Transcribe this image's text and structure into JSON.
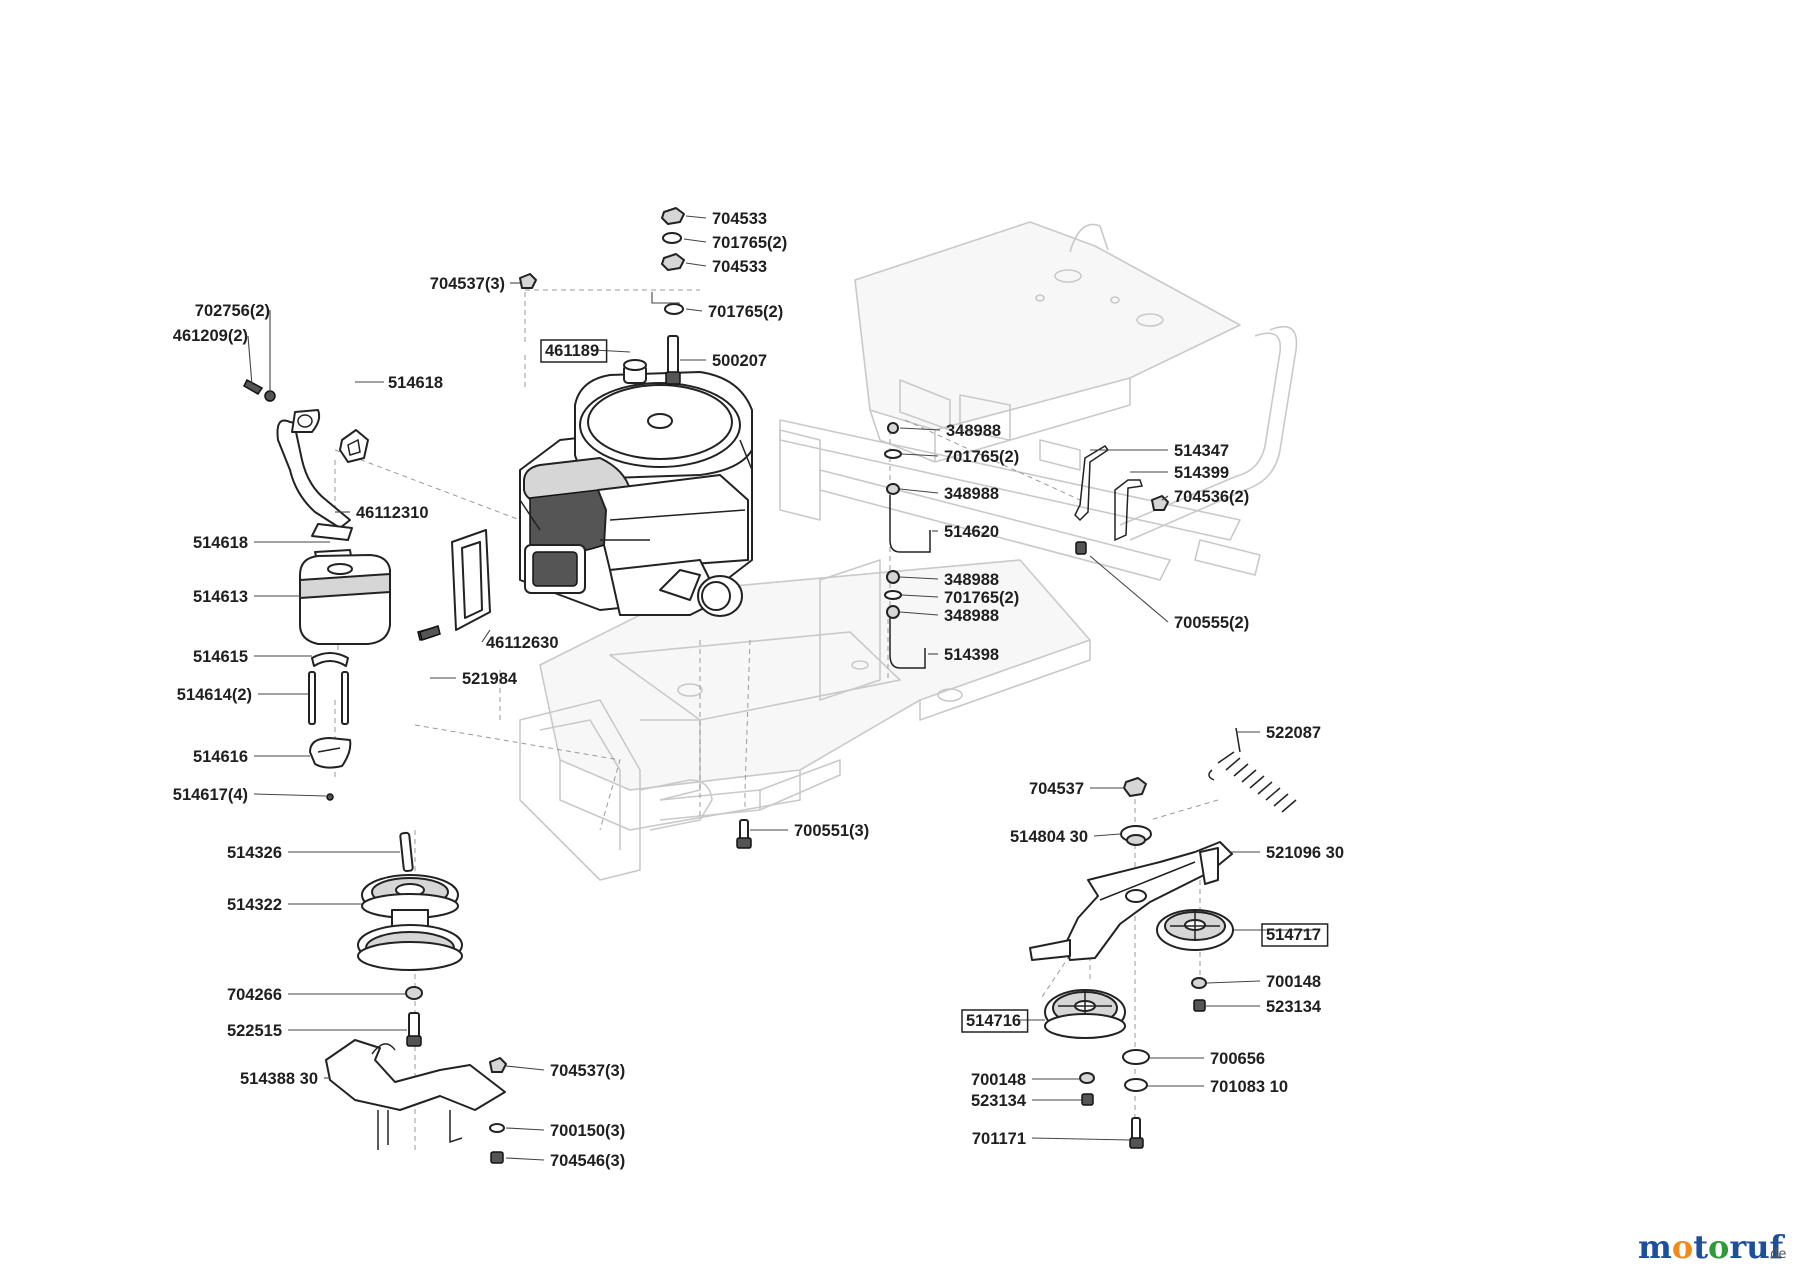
{
  "diagram": {
    "labels": [
      {
        "text": "704533"
      },
      {
        "text": "701765(2)"
      },
      {
        "text": "704533"
      },
      {
        "text": "704537(3)"
      },
      {
        "text": "701765(2)"
      },
      {
        "text": "702756(2)"
      },
      {
        "text": "461209(2)"
      },
      {
        "text": "461189"
      },
      {
        "text": "500207"
      },
      {
        "text": "514618"
      },
      {
        "text": "348988"
      },
      {
        "text": "514347"
      },
      {
        "text": "701765(2)"
      },
      {
        "text": "514399"
      },
      {
        "text": "348988"
      },
      {
        "text": "704536(2)"
      },
      {
        "text": "46112310"
      },
      {
        "text": "514620"
      },
      {
        "text": "514618"
      },
      {
        "text": "348988"
      },
      {
        "text": "514613"
      },
      {
        "text": "701765(2)"
      },
      {
        "text": "348988"
      },
      {
        "text": "700555(2)"
      },
      {
        "text": "46112630"
      },
      {
        "text": "514615"
      },
      {
        "text": "514398"
      },
      {
        "text": "521984"
      },
      {
        "text": "514614(2)"
      },
      {
        "text": "522087"
      },
      {
        "text": "514616"
      },
      {
        "text": "704537"
      },
      {
        "text": "514617(4)"
      },
      {
        "text": "700551(3)"
      },
      {
        "text": "514804 30"
      },
      {
        "text": "514326"
      },
      {
        "text": "521096 30"
      },
      {
        "text": "514322"
      },
      {
        "text": "514717"
      },
      {
        "text": "700148"
      },
      {
        "text": "704266"
      },
      {
        "text": "523134"
      },
      {
        "text": "522515"
      },
      {
        "text": "514716"
      },
      {
        "text": "700656"
      },
      {
        "text": "514388 30"
      },
      {
        "text": "704537(3)"
      },
      {
        "text": "700148"
      },
      {
        "text": "701083 10"
      },
      {
        "text": "523134"
      },
      {
        "text": "700150(3)"
      },
      {
        "text": "701171"
      },
      {
        "text": "704546(3)"
      }
    ]
  },
  "logo": {
    "letters": [
      "m",
      "o",
      "t",
      "o",
      "r",
      "u",
      "f"
    ],
    "letter_colors": [
      "#1c4f9c",
      "#f08a1c",
      "#1c4f9c",
      "#2e9a3a",
      "#1c4f9c",
      "#1c4f9c",
      "#1c4f9c"
    ],
    "tld": ".de"
  }
}
